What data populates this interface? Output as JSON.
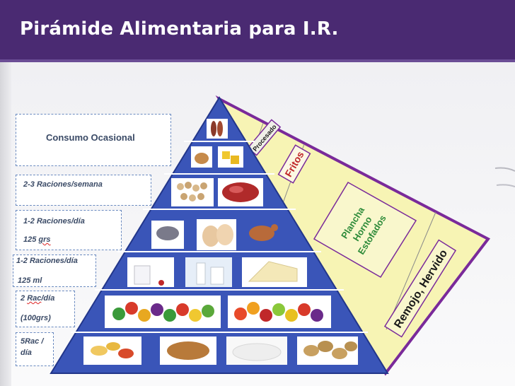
{
  "slide": {
    "title": "Pirámide Alimentaria para I.R."
  },
  "left_labels": {
    "consumo": "Consumo Ocasional",
    "semana": "2-3  Raciones/semana",
    "dia_line1": "1-2 Raciones/día",
    "dia_line2_prefix": "125 ",
    "dia_line2_unit": "grs",
    "ml_line1": "1-2 Raciones/día",
    "ml_line2": "125 ml",
    "rac_line1_prefix": "2 ",
    "rac_line1_word": "Rac",
    "rac_line1_suffix": "/día",
    "rac_line2": "(100grs)",
    "five_line1": "5Rac /",
    "five_line2": "día"
  },
  "cooking_panel": {
    "procesado": "Procesado",
    "fritos": "Fritos",
    "plancha": "Plancha",
    "horno": "Horno",
    "estofados": "Estofados",
    "remojo": "Remojo, Hervido"
  },
  "colors": {
    "header": "#4a2a72",
    "pyramid": "#3a55b8",
    "side_panel": "#f7f4b4",
    "side_border": "#7a2a9a",
    "green_box": "#2e8b3a",
    "red_text": "#c0282a"
  }
}
